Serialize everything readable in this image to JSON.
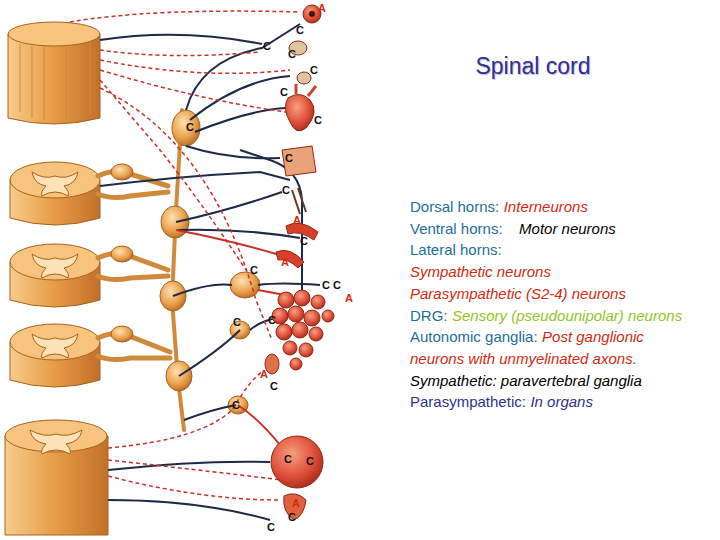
{
  "diagram": {
    "title": "Spinal cord",
    "labels": [
      "Dorsal horns:",
      "Interneurons",
      "Ventral horns:",
      "Motor neurons",
      "Lateral horns:",
      "Sympathetic neurons",
      "Parasympathetic (S2-4) neurons",
      "DRG:",
      "Sensory (pseudounipolar) neurons",
      "Autonomic ganglia:",
      "Post ganglionic neurons with unmyelinated axons.",
      "Sympathetic: paravertebral ganglia",
      "Parasympathetic:",
      "In organs",
      "C",
      "C",
      "C",
      "A",
      "C",
      "C",
      "C",
      "C",
      "C",
      "C",
      "A",
      "C",
      "A",
      "C",
      "C",
      "C",
      "A",
      "C",
      "C",
      "A",
      "C",
      "C",
      "C",
      "C",
      "A",
      "C",
      "C"
    ]
  }
}
